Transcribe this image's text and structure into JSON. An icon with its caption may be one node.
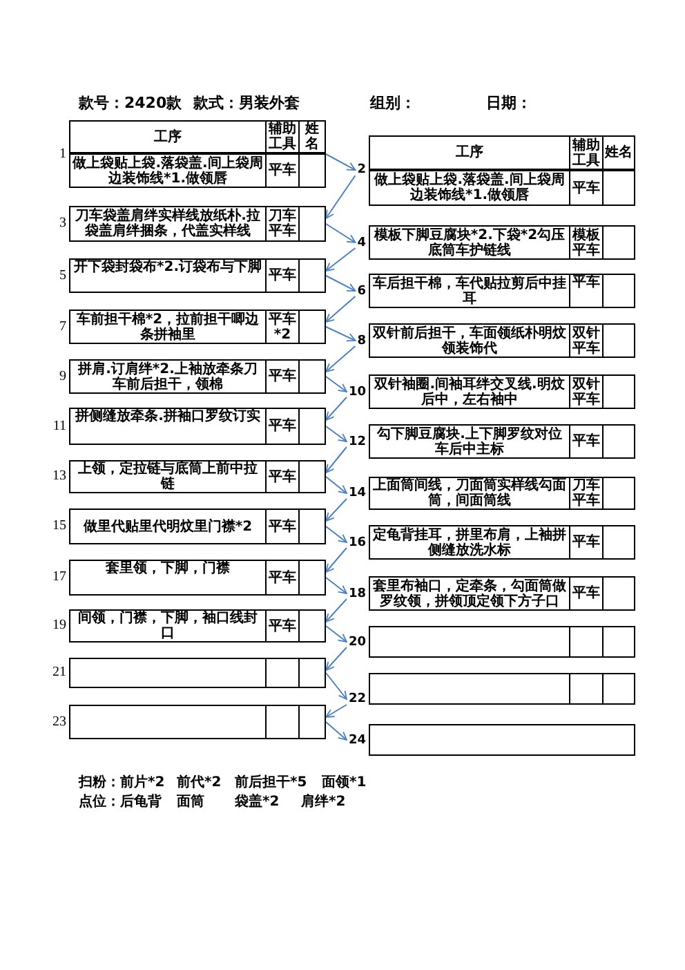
{
  "diagram": {
    "nodes": [
      {
        "text": [
          "工序",
          "辅助工具",
          "姓名"
        ]
      },
      {
        "text": [
          "工序",
          "辅助工具",
          "姓名"
        ]
      },
      {
        "text": [
          "做上袋贴上袋.落袋盖.间上袋周边装饰线*1.做领唇",
          "平车"
        ],
        "beside": [
          "1"
        ]
      },
      {
        "text": [
          "做上袋贴上袋.落袋盖.间上袋周边装饰线*1.做领唇",
          "平车"
        ],
        "beside": [
          "2"
        ]
      },
      {
        "text": [
          "刀车袋盖肩绊实样线放纸朴.拉袋盖肩绊捆条，代盖实样线",
          "刀车平车"
        ],
        "beside": [
          "3"
        ]
      },
      {
        "text": [
          "模板下脚豆腐块*2.下袋*2勾压底筒车护链线",
          "模板平车"
        ],
        "beside": [
          "4"
        ]
      },
      {
        "text": [
          "开下袋封袋布*2.订袋布与下脚",
          "平车"
        ],
        "beside": [
          "5"
        ]
      },
      {
        "text": [
          "车后担干棉，车代贴拉剪后中挂耳",
          "平车"
        ],
        "beside": [
          "6"
        ]
      },
      {
        "text": [
          "车前担干棉*2，拉前担干唧边条拼袖里",
          "平车*2"
        ],
        "beside": [
          "7"
        ]
      },
      {
        "text": [
          "双针前后担干，车面领纸朴明炆领装饰代",
          "双针平车"
        ],
        "beside": [
          "8"
        ]
      },
      {
        "text": [
          "拼肩.订肩绊*2.上袖放牵条刀车前后担干，领棉",
          "平车"
        ],
        "beside": [
          "9"
        ]
      },
      {
        "text": [
          "双针袖圈.间袖耳绊交叉线.明炆后中，左右袖中",
          "双针平车"
        ],
        "beside": [
          "10"
        ]
      },
      {
        "text": [
          "拼侧缝放牵条.拼袖口罗纹订实",
          "平车"
        ],
        "beside": [
          "11"
        ]
      },
      {
        "text": [
          "勾下脚豆腐块.上下脚罗纹对位车后中主标",
          "平车"
        ],
        "beside": [
          "12"
        ]
      },
      {
        "text": [
          "上领，定拉链与底筒上前中拉链",
          "平车"
        ],
        "beside": [
          "13"
        ]
      },
      {
        "text": [
          "上面筒间线，刀面筒实样线勾面筒，间面筒线",
          "刀车平车"
        ],
        "beside": [
          "14"
        ]
      },
      {
        "text": [
          "做里代贴里代明炆里门襟*2",
          "平车"
        ],
        "beside": [
          "15"
        ]
      },
      {
        "text": [
          "定龟背挂耳，拼里布肩，上袖拼侧缝放洗水标",
          "平车"
        ],
        "beside": [
          "16"
        ]
      },
      {
        "text": [
          "套里领，下脚，门襟",
          "平车"
        ],
        "beside": [
          "17"
        ]
      },
      {
        "text": [
          "套里布袖口，定牵条，勾面筒做罗纹领，拼领顶定领下方子口",
          "平车"
        ],
        "beside": [
          "18"
        ]
      },
      {
        "text": [
          "间领，门襟，下脚，袖口线封口",
          "平车"
        ],
        "beside": [
          "19"
        ]
      },
      {
        "text": [],
        "shape": "box",
        "beside": [
          "20"
        ]
      },
      {
        "text": [],
        "shape": "box",
        "beside": [
          "21"
        ]
      },
      {
        "text": [],
        "shape": "box",
        "beside": [
          "22"
        ]
      },
      {
        "text": [],
        "shape": "box",
        "beside": [
          "23"
        ]
      },
      {
        "text": [],
        "shape": "box",
        "beside": [
          "24"
        ]
      }
    ],
    "edges": [
      {
        "from": 2,
        "to": 3,
        "arrow": "to"
      },
      {
        "from": 3,
        "to": 4,
        "arrow": "to"
      },
      {
        "from": 4,
        "to": 5,
        "arrow": "to"
      },
      {
        "from": 5,
        "to": 6,
        "arrow": "to"
      },
      {
        "from": 6,
        "to": 7,
        "arrow": "to"
      },
      {
        "from": 7,
        "to": 8,
        "arrow": "to"
      },
      {
        "from": 8,
        "to": 9,
        "arrow": "to"
      },
      {
        "from": 9,
        "to": 10,
        "arrow": "to"
      },
      {
        "from": 10,
        "to": 11,
        "arrow": "to"
      },
      {
        "from": 11,
        "to": 12,
        "arrow": "to"
      },
      {
        "from": 12,
        "to": 13,
        "arrow": "to"
      },
      {
        "from": 13,
        "to": 14,
        "arrow": "to"
      },
      {
        "from": 14,
        "to": 15,
        "arrow": "to"
      },
      {
        "from": 15,
        "to": 16,
        "arrow": "to"
      },
      {
        "from": 16,
        "to": 17,
        "arrow": "to"
      },
      {
        "from": 17,
        "to": 18,
        "arrow": "to"
      },
      {
        "from": 18,
        "to": 19,
        "arrow": "to"
      },
      {
        "from": 19,
        "to": 20,
        "arrow": "to"
      },
      {
        "from": 20,
        "to": 21,
        "arrow": "to"
      },
      {
        "from": 21,
        "to": 22,
        "arrow": "to"
      },
      {
        "from": 22,
        "to": 23,
        "arrow": "to"
      },
      {
        "from": 23,
        "to": 24,
        "arrow": "to"
      },
      {
        "from": 24,
        "to": 25,
        "arrow": "to"
      }
    ],
    "labels": [
      "款号：2420款",
      "款式：男装外套",
      "组别：",
      "日期：",
      "扫粉：前片*2",
      "前代*2",
      "前后担干*5",
      "面领*1",
      "点位：后龟背",
      "面筒",
      "袋盖*2",
      "肩绊*2"
    ]
  }
}
